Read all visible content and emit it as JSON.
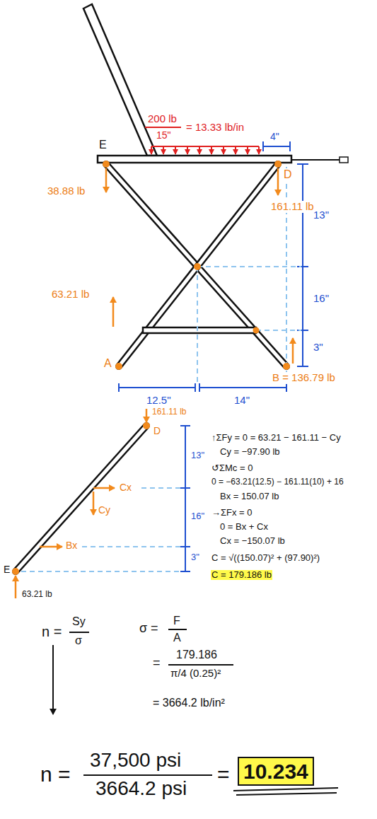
{
  "diagram": {
    "labels": [
      "200 lb",
      "15\"",
      "= 13.33 lb/in",
      "4\"",
      "E",
      "D",
      "38.88 lb",
      "161.11 lb",
      "13\"",
      "16\"",
      "3\"",
      "63.21 lb",
      "A",
      "B = 136.79 lb",
      "12.5\"",
      "14\"",
      "161.11 lb",
      "D",
      "13\"",
      "16\"",
      "3\"",
      "Cx",
      "Cy",
      "Bx",
      "E",
      "63.21 lb",
      "↑ΣFy = 0 = 63.21 − 161.11 − Cy",
      "Cy = −97.90 lb",
      "↺ΣMc = 0",
      "0 = −63.21(12.5) − 161.11(10) + 16",
      "Bx = 150.07 lb",
      "→ΣFx = 0",
      "0 = Bx + Cx",
      "Cx = −150.07 lb",
      "C = √((150.07)² + (97.90)²)",
      "C = 179.186 lb",
      "n =",
      "Sy",
      "σ",
      "σ =",
      "F",
      "A",
      "=",
      "179.186",
      "π/4 (0.25)²",
      "= 3664.2 lb/in²",
      "n =",
      "37,500 psi",
      "3664.2 psi",
      "=",
      "10.234"
    ]
  }
}
